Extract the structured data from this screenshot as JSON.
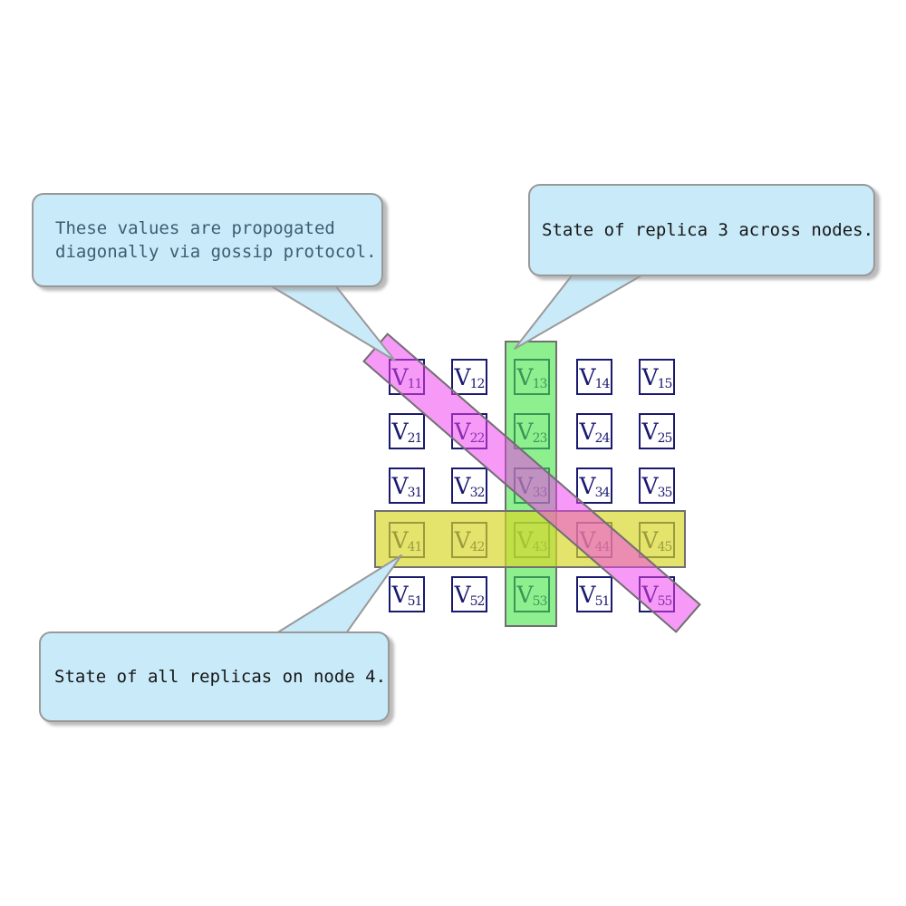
{
  "colors": {
    "background": "#ffffff",
    "cell_border": "#191970",
    "cell_text": "#191970",
    "band_border": "#707070",
    "green_band_fill": "rgba(72,229,72,0.62)",
    "yellow_band_fill": "rgba(215,215,38,0.68)",
    "pink_band_fill": "rgba(240,62,240,0.52)",
    "green_band_solid": "#90ee90",
    "yellow_band_solid": "#e4e46b",
    "pink_band_solid": "#f79bf7",
    "callout_fill": "#c9eaf9",
    "callout_border": "#999999"
  },
  "matrix": {
    "cell_base": "V",
    "rows": [
      [
        "11",
        "12",
        "13",
        "14",
        "15"
      ],
      [
        "21",
        "22",
        "23",
        "24",
        "25"
      ],
      [
        "31",
        "32",
        "33",
        "34",
        "35"
      ],
      [
        "41",
        "42",
        "43",
        "44",
        "45"
      ],
      [
        "51",
        "52",
        "53",
        "51",
        "55"
      ]
    ]
  },
  "highlights": {
    "replica3_column": {
      "fill": "rgba(72,229,72,0.62)"
    },
    "node4_row": {
      "fill": "rgba(215,215,38,0.68)"
    },
    "gossip_diagonal": {
      "fill": "rgba(240,62,240,0.52)"
    }
  },
  "callouts": [
    {
      "id": "gossip",
      "lines": [
        "These values are propogated",
        "diagonally via gossip protocol."
      ],
      "text_color": "#3b5e70"
    },
    {
      "id": "replica3",
      "lines": [
        "State of replica 3 across nodes."
      ],
      "text_color": "#161616"
    },
    {
      "id": "node4",
      "lines": [
        "State of all replicas on node 4."
      ],
      "text_color": "#161616"
    }
  ]
}
